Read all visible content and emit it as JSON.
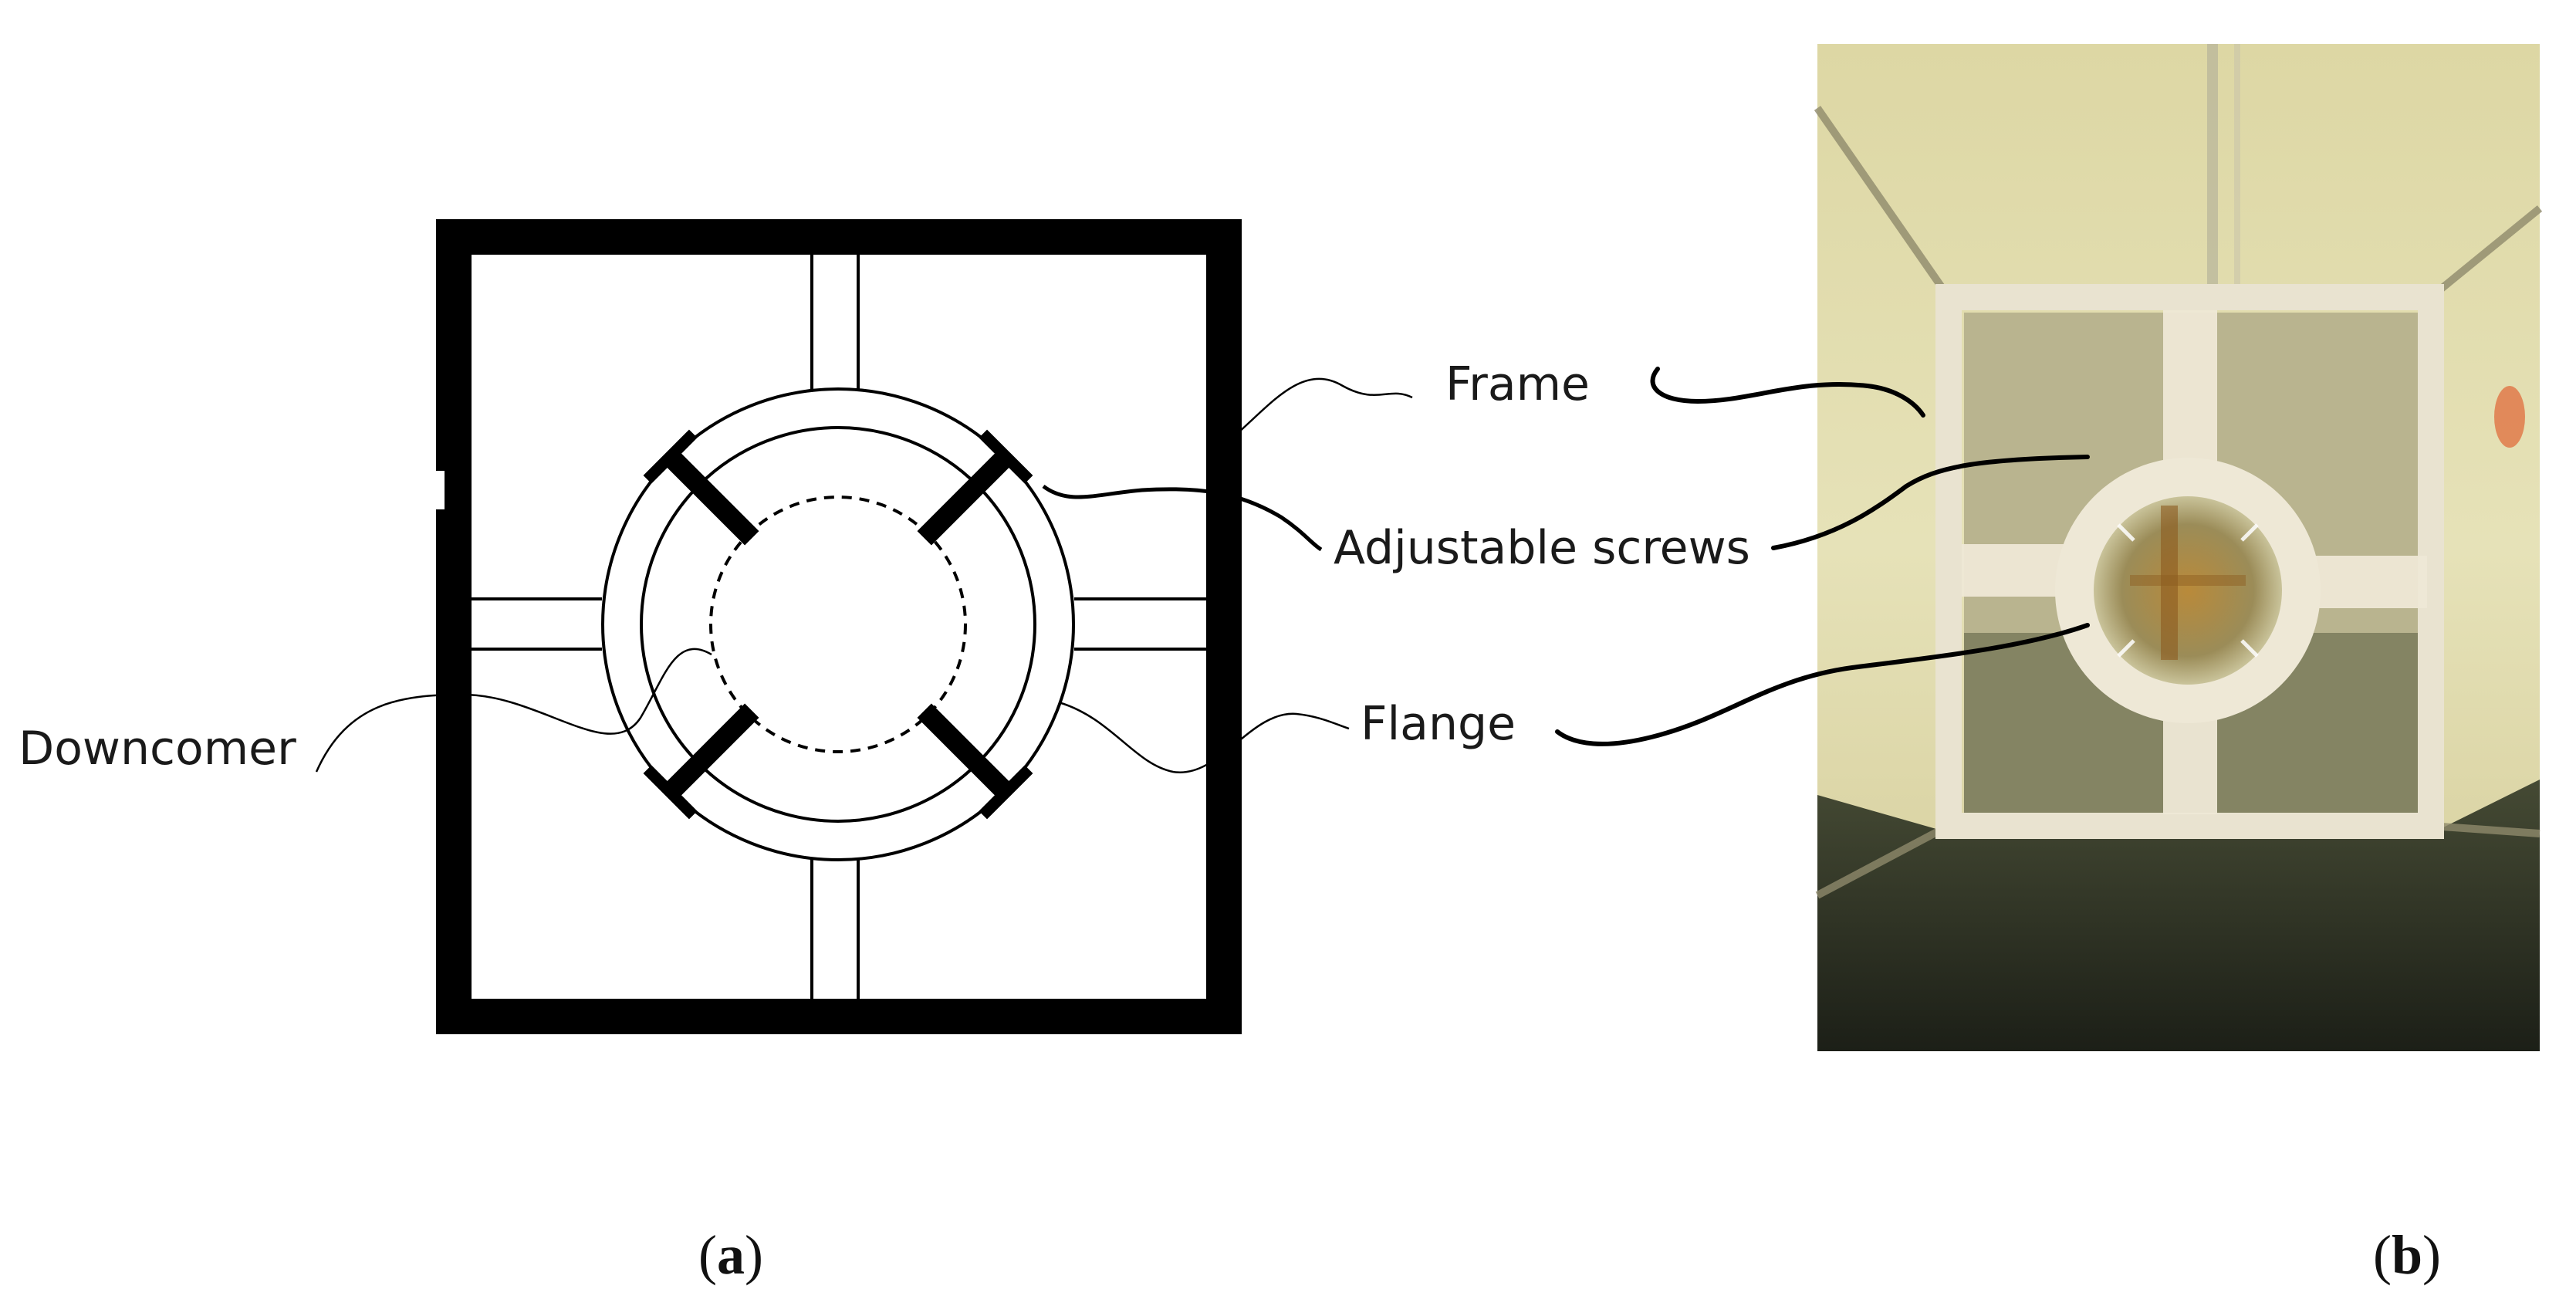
{
  "labels": {
    "frame": "Frame",
    "adjustable_screws": "Adjustable screws",
    "flange": "Flange",
    "downcomer": "Downcomer"
  },
  "captions": {
    "a": "a",
    "b": "b",
    "open": "(",
    "close": ")"
  },
  "colors": {
    "ink": "#000000",
    "photo_wall": "#e3e0b2",
    "photo_floor": "#2c3024",
    "photo_struct": "#efe9d9"
  }
}
